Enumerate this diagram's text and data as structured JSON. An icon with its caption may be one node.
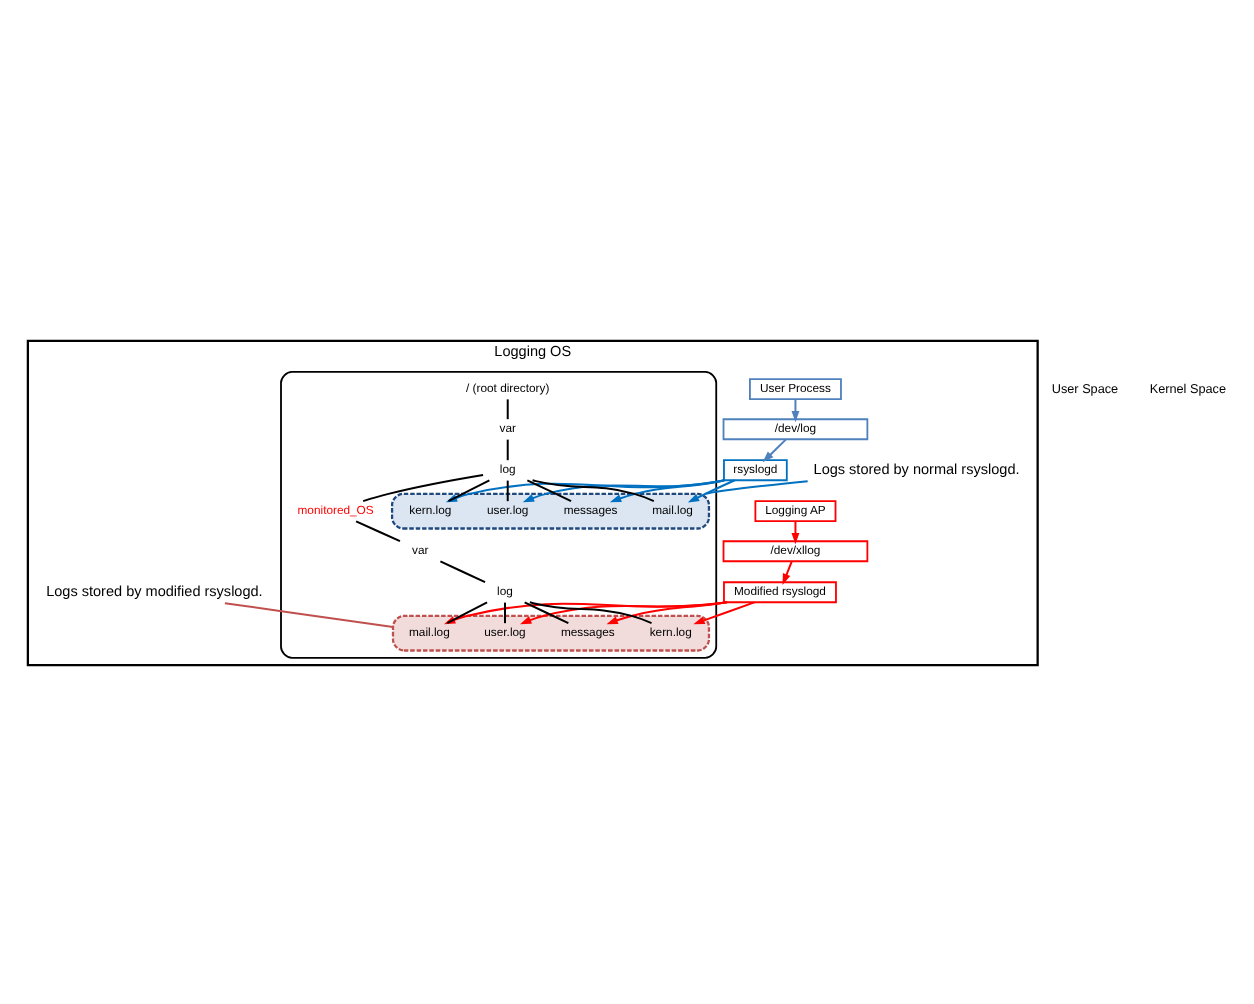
{
  "diagram": {
    "nodes": [
      {
        "text": [
          "Logging OS"
        ]
      },
      {
        "text": [
          "User Process"
        ],
        "in": 0
      },
      {
        "text": [
          "rsyslogd"
        ],
        "in": 0
      },
      {
        "text": [
          "Modified rsyslogd"
        ],
        "in": 0
      },
      {
        "text": [
          "Logging AP"
        ],
        "in": 0
      },
      {
        "text": [
          "/dev/log"
        ],
        "in": 0
      },
      {
        "text": [
          "/dev/xllog"
        ],
        "in": 0
      },
      {
        "text": [],
        "shape": "cylinder",
        "in": 0
      },
      {
        "text": [
          "/ (root directory)"
        ],
        "in": 7
      },
      {
        "text": [
          "var"
        ],
        "in": 7
      },
      {
        "text": [
          "log"
        ],
        "in": 7
      },
      {
        "text": [],
        "shape": "box",
        "in": 7
      },
      {
        "text": [
          "mail.log"
        ],
        "in": 11
      },
      {
        "text": [
          "messages"
        ],
        "in": 11
      },
      {
        "text": [
          "user.log"
        ],
        "in": 11
      },
      {
        "text": [
          "kern.log"
        ],
        "in": 11
      },
      {
        "text": [
          "monitored_OS"
        ],
        "in": 7
      },
      {
        "text": [
          "var"
        ],
        "in": 7
      },
      {
        "text": [
          "log"
        ],
        "in": 7
      },
      {
        "text": [],
        "shape": "box",
        "in": 7
      },
      {
        "text": [
          "mail.log"
        ],
        "in": 19
      },
      {
        "text": [
          "messages"
        ],
        "in": 19
      },
      {
        "text": [
          "user.log"
        ],
        "in": 19
      },
      {
        "text": [
          "kern.log"
        ],
        "in": 19
      },
      {
        "text": [
          "Logs stored by normal rsyslogd."
        ],
        "in": 0
      },
      {
        "text": [
          "Logs stored by modified rsyslogd."
        ],
        "in": 0
      }
    ],
    "edges": [
      {
        "from": 1,
        "to": 5,
        "arrow": "to",
        "color": "#4f81bd"
      },
      {
        "from": 5,
        "to": 2,
        "arrow": "to",
        "color": "#4f81bd"
      },
      {
        "from": 2,
        "to": 12,
        "arrow": "to",
        "color": "#0070c0"
      },
      {
        "from": 2,
        "to": 13,
        "arrow": "to",
        "color": "#0070c0"
      },
      {
        "from": 2,
        "to": 14,
        "arrow": "to",
        "color": "#0070c0"
      },
      {
        "from": 2,
        "to": 15,
        "arrow": "to",
        "color": "#0070c0"
      },
      {
        "from": 4,
        "to": 6,
        "arrow": "to",
        "color": "#ff0000"
      },
      {
        "from": 6,
        "to": 3,
        "arrow": "to",
        "color": "#ff0000"
      },
      {
        "from": 3,
        "to": 20,
        "arrow": "to",
        "color": "#ff0000"
      },
      {
        "from": 3,
        "to": 21,
        "arrow": "to",
        "color": "#ff0000"
      },
      {
        "from": 3,
        "to": 22,
        "arrow": "to",
        "color": "#ff0000"
      },
      {
        "from": 3,
        "to": 23,
        "arrow": "to",
        "color": "#ff0000"
      },
      {
        "from": 24,
        "to": 11,
        "arrow": "none",
        "color": "#0070c0"
      },
      {
        "from": 25,
        "to": 19,
        "arrow": "none",
        "color": "#c0504d"
      },
      {
        "from": 8,
        "to": 9,
        "arrow": "none"
      },
      {
        "from": 9,
        "to": 10,
        "arrow": "none"
      },
      {
        "from": 10,
        "to": 12,
        "arrow": "none"
      },
      {
        "from": 10,
        "to": 13,
        "arrow": "none"
      },
      {
        "from": 10,
        "to": 14,
        "arrow": "none"
      },
      {
        "from": 10,
        "to": 15,
        "arrow": "none"
      },
      {
        "from": 10,
        "to": 16,
        "arrow": "none"
      },
      {
        "from": 16,
        "to": 17,
        "arrow": "none"
      },
      {
        "from": 17,
        "to": 18,
        "arrow": "none"
      },
      {
        "from": 18,
        "to": 20,
        "arrow": "none"
      },
      {
        "from": 18,
        "to": 21,
        "arrow": "none"
      },
      {
        "from": 18,
        "to": 22,
        "arrow": "none"
      },
      {
        "from": 18,
        "to": 23,
        "arrow": "none"
      }
    ],
    "labels": [
      "User Space",
      "Kernel Space"
    ]
  }
}
